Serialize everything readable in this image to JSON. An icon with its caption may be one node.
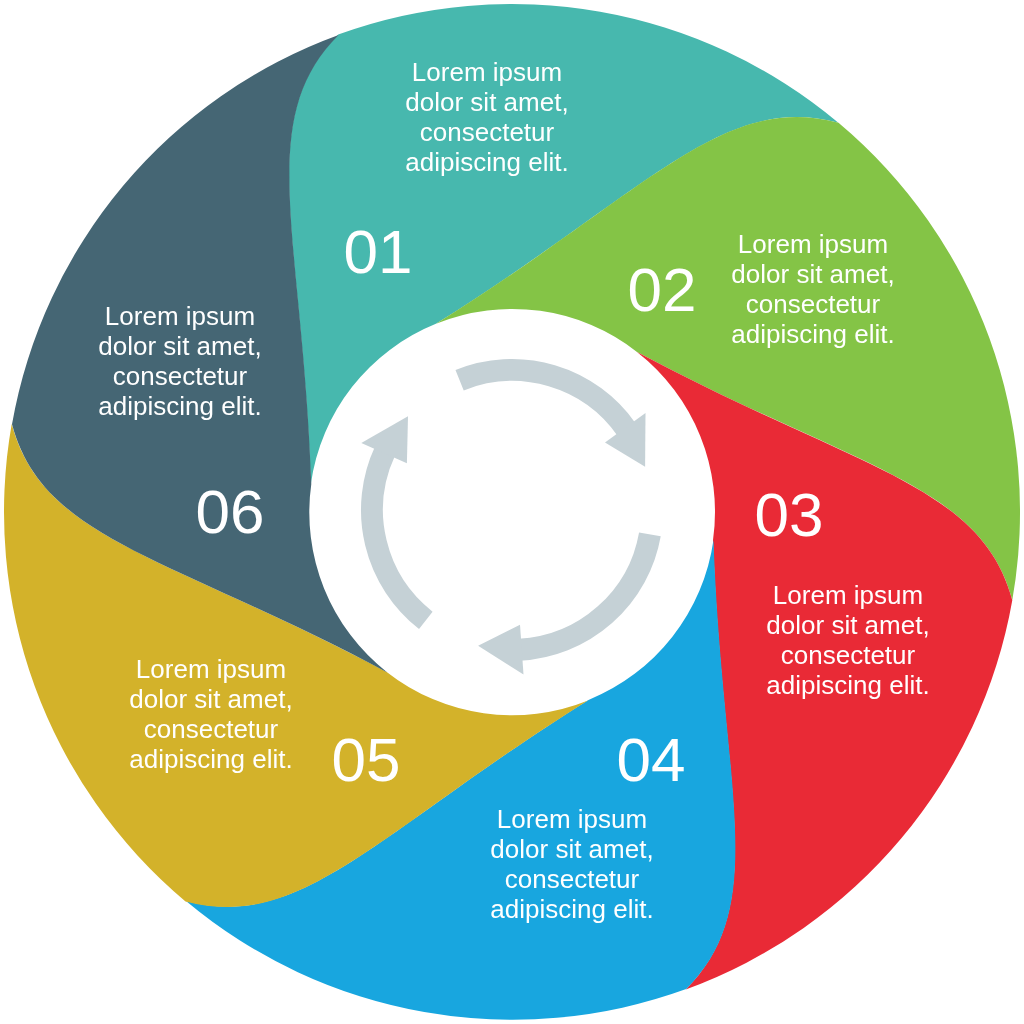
{
  "diagram": {
    "nodes": [
      {
        "text": [
          "Lorem ipsum dolor sit amet, consectetur adipiscing elit.",
          "01"
        ]
      },
      {
        "text": [
          "02",
          "Lorem ipsum dolor sit amet, consectetur adipiscing elit."
        ]
      },
      {
        "text": [
          "03",
          "Lorem ipsum dolor sit amet, consectetur adipiscing elit."
        ]
      },
      {
        "text": [
          "04",
          "Lorem ipsum dolor sit amet, consectetur adipiscing elit."
        ]
      },
      {
        "text": [
          "Lorem ipsum dolor sit amet, consectetur adipiscing elit.",
          "05"
        ]
      },
      {
        "text": [
          "Lorem ipsum dolor sit amet, consectetur adipiscing elit.",
          "06"
        ]
      }
    ]
  }
}
